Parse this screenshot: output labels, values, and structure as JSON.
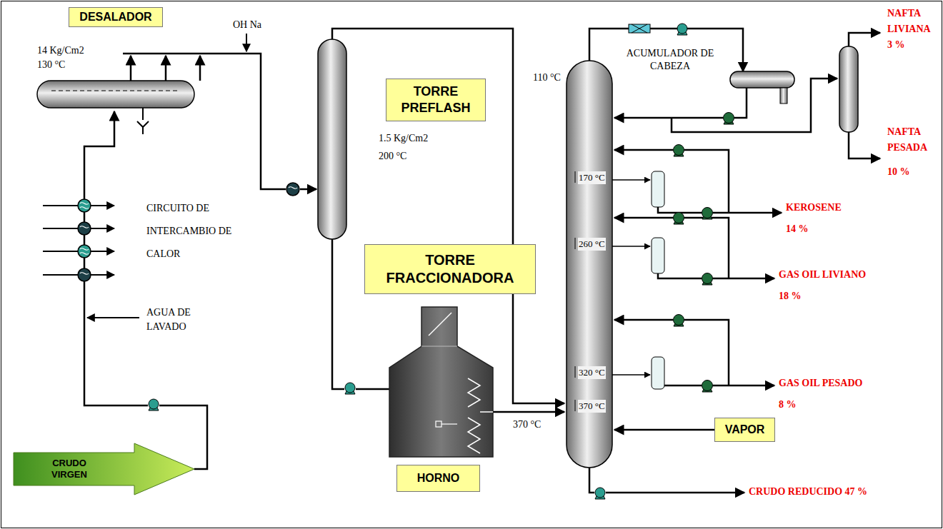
{
  "diagram": {
    "nodes": [
      {
        "text": [
          "DESALADOR"
        ]
      },
      {
        "text": [
          "TORRE PREFLASH"
        ]
      },
      {
        "text": [
          "TORRE FRACCIONADORA"
        ]
      },
      {
        "text": [
          "VAPOR"
        ]
      },
      {
        "text": [
          "CRUDO VIRGEN"
        ]
      },
      {
        "text": [
          "HORNO"
        ]
      }
    ],
    "labels": [
      "14 Kg/Cm2",
      "130 °C",
      "OH Na",
      "NAFTA LIVIANA",
      "110 °C",
      "ACUMULADOR DE CABEZA",
      "3 %",
      "1.5 Kg/Cm2",
      "200 °C",
      "NAFTA PESADA",
      "10 %",
      "170 °C",
      "CIRCUITO DE INTERCAMBIO DE CALOR",
      "KEROSENE",
      "14 %",
      "260 °C",
      "GAS OIL LIVIANO",
      "18 %",
      "AGUA DE LAVADO",
      "320 °C",
      "GAS OIL PESADO",
      "8 %",
      "370 °C",
      "370 °C",
      "CRUDO REDUCIDO 47 %"
    ]
  }
}
